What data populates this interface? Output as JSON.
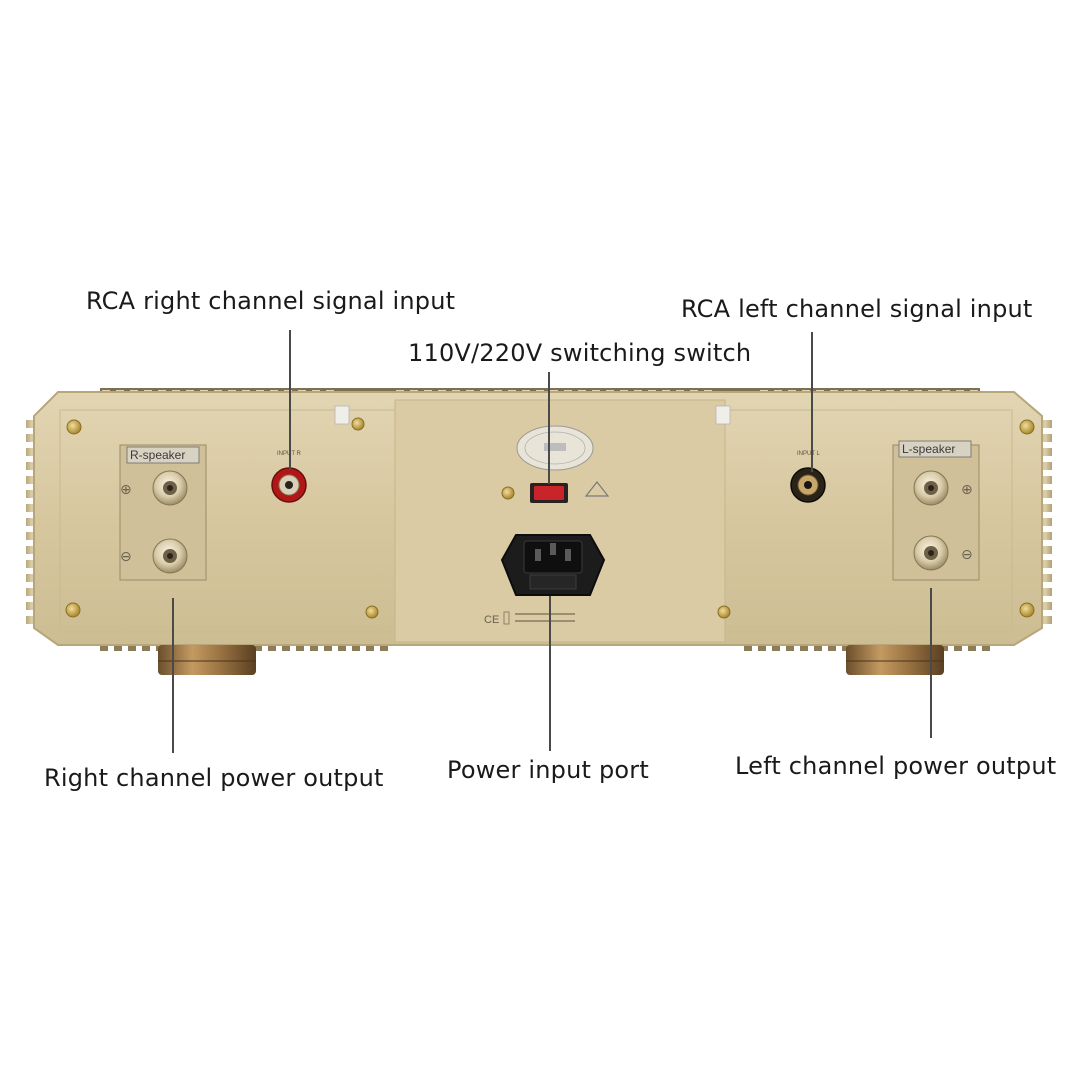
{
  "callouts": {
    "rca_right": "RCA right channel signal input",
    "rca_left": "RCA left channel signal input",
    "voltage_switch": "110V/220V switching switch",
    "right_power": "Right channel power output",
    "power_port": "Power input port",
    "left_power": "Left channel power output"
  },
  "panel_labels": {
    "r_speaker": "R-speaker",
    "l_speaker": "L-speaker",
    "input_r": "INPUT R",
    "input_l": "INPUT L",
    "plus": "⊕",
    "minus": "⊖"
  },
  "colors": {
    "panel": "#d8c9a2",
    "panel_edge": "#bfae84",
    "rca_right": "#b01818",
    "rca_left": "#2a2418",
    "switch": "#c8242a",
    "brass": "#b89868"
  }
}
